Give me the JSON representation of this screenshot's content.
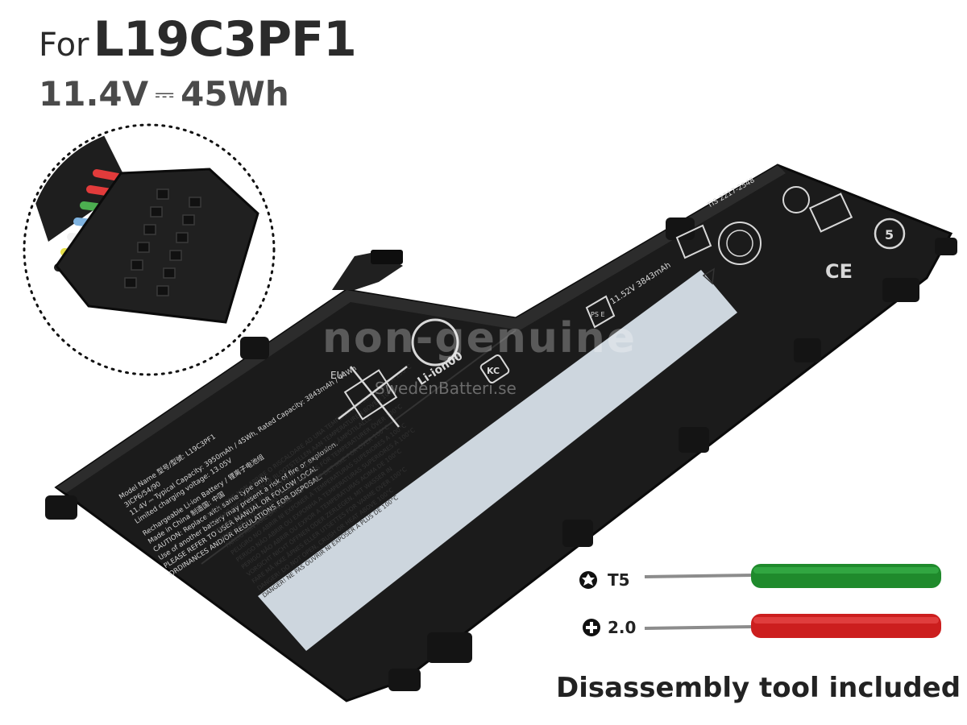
{
  "heading": {
    "prefix": "For",
    "model": "L19C3PF1"
  },
  "spec": {
    "voltage": "11.4V",
    "dc_symbol": "⎓",
    "energy": "45Wh"
  },
  "battery_label": {
    "model_line": "Model Name 型号/型號: L19C3PF1",
    "part_line": "3ICP6/54/90",
    "capacity_line": "11.4V ⎓ Typical Capacity: 3950mAh / 45Wh, Rated Capacity: 3843mAh / 44Wh",
    "charge_line": "Limited charging voltage: 13.05V",
    "type_line": "Rechargeable Li-ion Battery / 锂离子电池组",
    "origin_line": "Made in China 制造国: 中国",
    "caution_line": "CAUTION: Replace with same type only.",
    "warning_line": "Use of another battery may present a risk of fire or explosion.",
    "refer_line": "PLEASE REFER TO USER MANUAL OR FOLLOW LOCAL",
    "ordinance_line": "ORDINANCES AND/OR REGULATIONS FOR DISPOSAL.",
    "danger_lines": [
      "DANGER!  NE PAS OUVRIR NI EXPOSER À PLUS DE 100°C",
      "DANGER!  DO NOT OPEN, CRUSH OR HEAT ABOVE 100°C",
      "FARE   MÅ IKKE ÅPNES ELLER UTSETTES FOR VARME OVER 100°C",
      "VORSICHT  NICHT ÖFFNEN ODER ZERLEGEN, MIT WASSER IN",
      "PERIGO   NÃO ABRIR OU EXPOR A TEMPERATURAS ACIMA DE 100°C",
      "PERIGO   NÃO ABRIR OU EXPONHA A TEMPERATURAS SUPERIORES A 100°C",
      "PELIGRO  NO ABRIR NI EXPONER A TEMPERATURAS SUPERIORES A 100°C",
      "FARLIG   ÅBN IKKE BATTERIET OG UDSÆT DET IKKE FOR OVER 100°C",
      "FARA   FÅR INTE ÖPPNAS ELLER UTSÄTTAS FÖR TEMPERATURER ÖVER 100°C",
      "VAARA   ÄLÄ AVAA ÄLÄKÄ ALTISTA YLI 100 ASTEEN LÄMPÖTILALLE",
      "GEVAAR   NIET OPENEN OF BLOOTSTELLEN AAN TEMPERATUREN BOVEN 100°C",
      "ATTENZIONE  NON APRIRE O RISCALDARE AD UNA TEMPERATURA SUPERIORE A 100°C"
    ],
    "recycle_text": "Li-ion00",
    "eu_text": "EU",
    "cert_top": "TIS 2217-2548",
    "cell_rating": "11.52V   3843mAh",
    "ce_mark": "CE",
    "kc_mark": "KC",
    "pse_mark": "PS E"
  },
  "watermark": {
    "main": "non-genuine",
    "sub": "SwedenBatteri.se"
  },
  "tools": [
    {
      "label": "T5",
      "color": "#1f8a2c",
      "icon": "torx-icon"
    },
    {
      "label": "2.0",
      "color": "#cc1e1e",
      "icon": "phillips-icon"
    }
  ],
  "caption": "Disassembly tool included",
  "colors": {
    "battery_body": "#1b1b1b",
    "label_panel": "#cdd6de",
    "text_dark": "#2b2b2b"
  }
}
